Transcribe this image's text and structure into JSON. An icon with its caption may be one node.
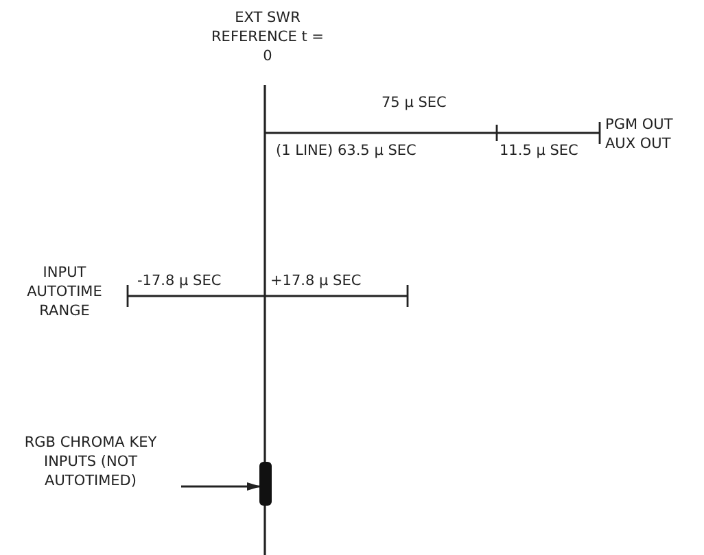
{
  "diagram": {
    "nodes": [
      {
        "text": [
          "EXT SWR REFERENCE t = 0"
        ]
      },
      {
        "text": [
          "PGM OUT AUX OUT"
        ]
      },
      {
        "text": [
          "INPUT AUTOTIME RANGE"
        ]
      },
      {
        "text": [
          "RGB CHROMA KEY INPUTS (NOT AUTOTIMED)"
        ]
      },
      {
        "text": [],
        "shape": "bar"
      }
    ],
    "edges": [
      {
        "from": 3,
        "to": 4,
        "arrow": "to"
      }
    ],
    "labels": [
      "75 μ SEC",
      "(1 LINE) 63.5 μ SEC",
      "11.5 μ SEC",
      "-17.8 μ SEC",
      "+17.8 μ SEC"
    ]
  }
}
